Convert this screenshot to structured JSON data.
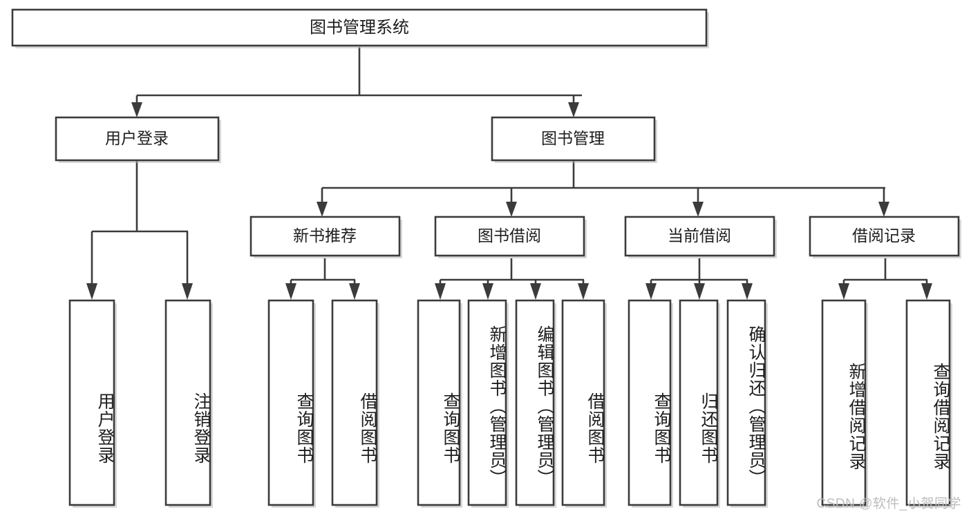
{
  "diagram": {
    "type": "tree",
    "title": "图书管理系统",
    "watermark": "CSDN @软件_小贺同学",
    "colors": {
      "stroke": "#3b3b3b",
      "fill": "#ffffff",
      "text": "#1d1d1d",
      "shadow": "#b8b8b8",
      "watermark": "#bdbdbd"
    },
    "root": {
      "label": "图书管理系统"
    },
    "level2": [
      {
        "label": "用户登录"
      },
      {
        "label": "图书管理"
      }
    ],
    "level3": [
      {
        "label": "新书推荐"
      },
      {
        "label": "图书借阅"
      },
      {
        "label": "当前借阅"
      },
      {
        "label": "借阅记录"
      }
    ],
    "leaves": {
      "user_login": [
        {
          "label": "用户登录"
        },
        {
          "label": "注销登录"
        }
      ],
      "new_book": [
        {
          "label": "查询图书"
        },
        {
          "label": "借阅图书"
        }
      ],
      "book_borrow": [
        {
          "label": "查询图书"
        },
        {
          "label": "新增图书（管理员）"
        },
        {
          "label": "编辑图书（管理员）"
        },
        {
          "label": "借阅图书"
        }
      ],
      "current_borrow": [
        {
          "label": "查询图书"
        },
        {
          "label": "归还图书"
        },
        {
          "label": "确认归还（管理员）"
        }
      ],
      "borrow_record": [
        {
          "label": "新增借阅记录"
        },
        {
          "label": "查询借阅记录"
        }
      ]
    }
  }
}
